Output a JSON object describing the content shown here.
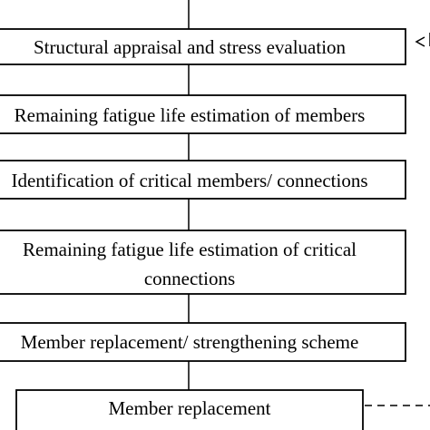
{
  "flowchart": {
    "steps": [
      {
        "id": "structural-appraisal",
        "lines": [
          "Structural appraisal and stress evaluation"
        ]
      },
      {
        "id": "remaining-fatigue-members",
        "lines": [
          "Remaining fatigue life estimation of members"
        ]
      },
      {
        "id": "identification-critical",
        "lines": [
          "Identification of critical members/ connections"
        ]
      },
      {
        "id": "remaining-fatigue-connections",
        "lines": [
          "Remaining fatigue life estimation of critical",
          "connections"
        ]
      },
      {
        "id": "replacement-scheme",
        "lines": [
          "Member replacement/ strengthening scheme"
        ]
      },
      {
        "id": "member-replacement",
        "lines": [
          "Member replacement"
        ]
      }
    ]
  }
}
